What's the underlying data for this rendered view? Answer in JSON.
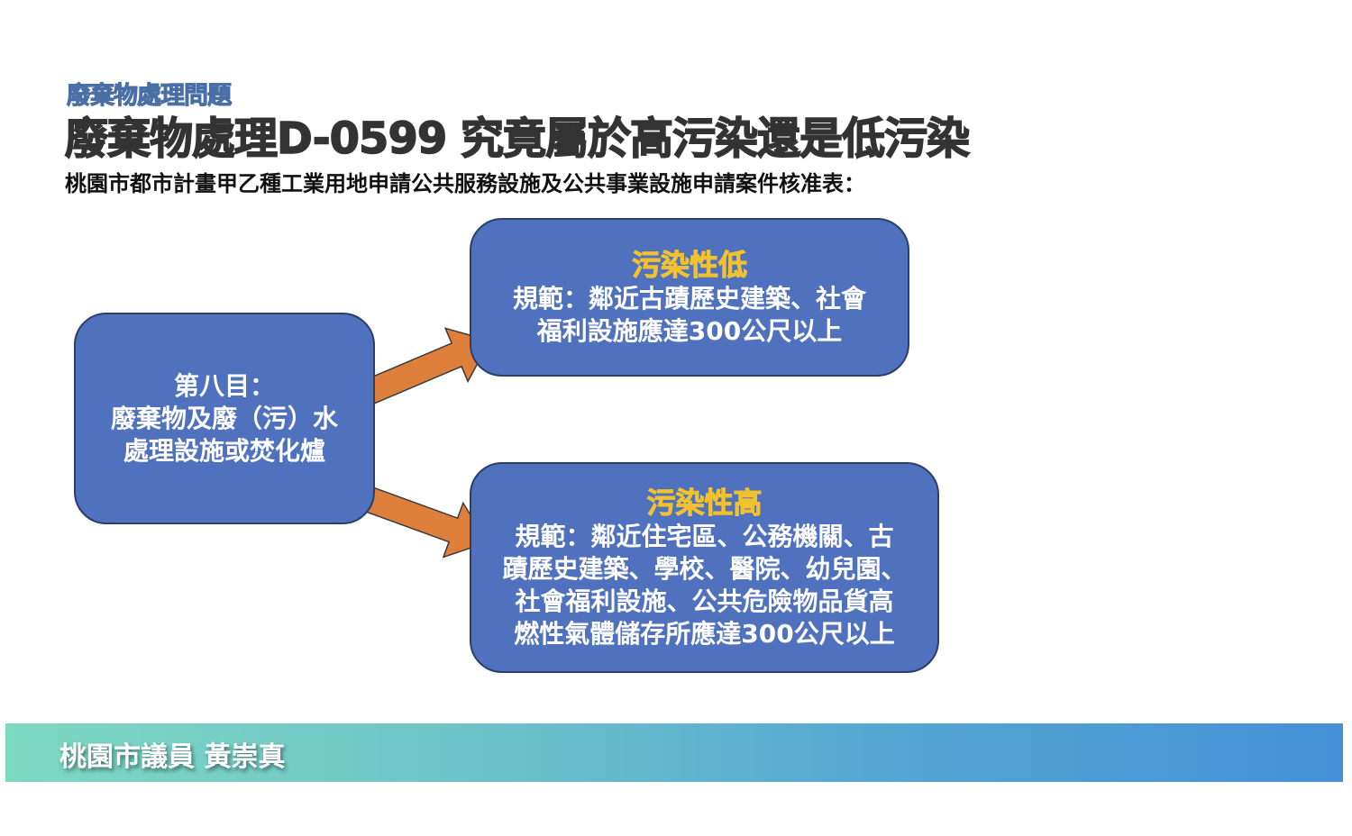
{
  "header": {
    "kicker": "廢棄物處理問題",
    "title": "廢棄物處理D-0599  究竟屬於高污染還是低污染",
    "subtitle": "桃園市都市計畫甲乙種工業用地申請公共服務設施及公共事業設施申請案件核准表："
  },
  "diagram": {
    "source": {
      "lines": [
        "第八目：",
        "廢棄物及廢（污）水",
        "處理設施或焚化爐"
      ]
    },
    "low": {
      "heading": "污染性低",
      "lines": [
        "規範：鄰近古蹟歷史建築、社會",
        "福利設施應達300公尺以上"
      ]
    },
    "high": {
      "heading": "污染性高",
      "lines": [
        "規範：鄰近住宅區、公務機關、古",
        "蹟歷史建築、學校、醫院、幼兒園、",
        "社會福利設施、公共危險物品貨高",
        "燃性氣體儲存所應達300公尺以上"
      ]
    },
    "colors": {
      "box": "#4f71be",
      "heading": "#f2c12e",
      "arrow": "#df7f3c"
    }
  },
  "footer": {
    "text": "桃園市議員 黃崇真"
  }
}
